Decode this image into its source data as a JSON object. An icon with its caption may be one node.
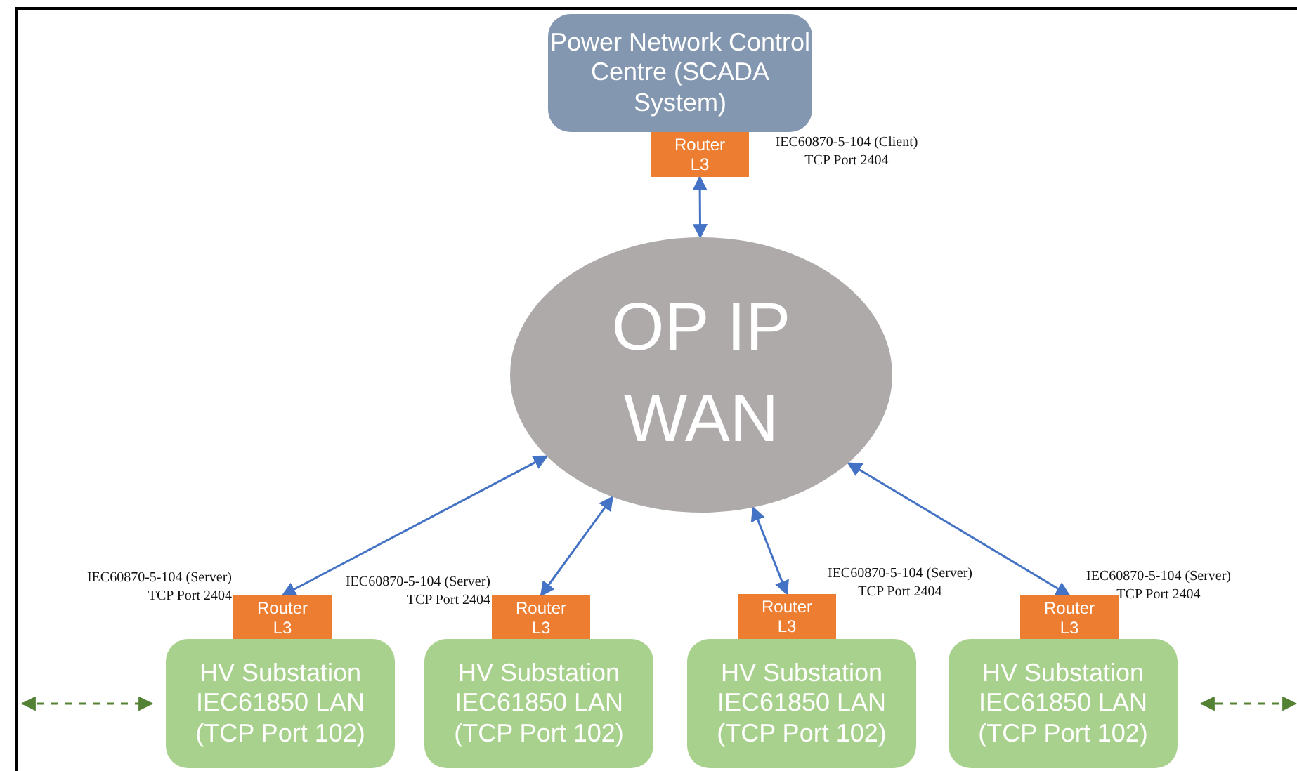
{
  "diagram": {
    "nodes": [
      {
        "text": [
          "Power Network Control Centre (SCADA System)"
        ]
      },
      {
        "text": [
          "Router L3"
        ],
        "beside": [
          "IEC60870-5-104 (Client)",
          "TCP Port 2404"
        ]
      },
      {
        "text": [
          "OP IP WAN"
        ]
      },
      {
        "text": [
          "Router L3"
        ],
        "beside": [
          "IEC60870-5-104 (Server)",
          "TCP Port 2404"
        ]
      },
      {
        "text": [
          "Router L3"
        ],
        "beside": [
          "IEC60870-5-104 (Server)",
          "TCP Port 2404"
        ]
      },
      {
        "text": [
          "Router L3"
        ],
        "beside": [
          "IEC60870-5-104 (Server)",
          "TCP Port 2404"
        ]
      },
      {
        "text": [
          "Router L3"
        ],
        "beside": [
          "IEC60870-5-104 (Server)",
          "TCP Port 2404"
        ]
      },
      {
        "text": [
          "HV Substation IEC61850 LAN (TCP Port 102)"
        ]
      },
      {
        "text": [
          "HV Substation IEC61850 LAN (TCP Port 102)"
        ]
      },
      {
        "text": [
          "HV Substation IEC61850 LAN (TCP Port 102)"
        ]
      },
      {
        "text": [
          "HV Substation IEC61850 LAN (TCP Port 102)"
        ]
      }
    ],
    "edges": [
      {
        "from": 1,
        "to": 2,
        "arrow": "both"
      },
      {
        "from": 2,
        "to": 3,
        "arrow": "both"
      },
      {
        "from": 2,
        "to": 4,
        "arrow": "both"
      },
      {
        "from": 2,
        "to": 5,
        "arrow": "both"
      },
      {
        "from": 2,
        "to": 6,
        "arrow": "both"
      },
      {
        "from": null,
        "to": 7,
        "arrow": "both",
        "style": "dashed",
        "color": "#548235"
      },
      {
        "from": 10,
        "to": null,
        "arrow": "both",
        "style": "dashed",
        "color": "#548235"
      }
    ]
  }
}
